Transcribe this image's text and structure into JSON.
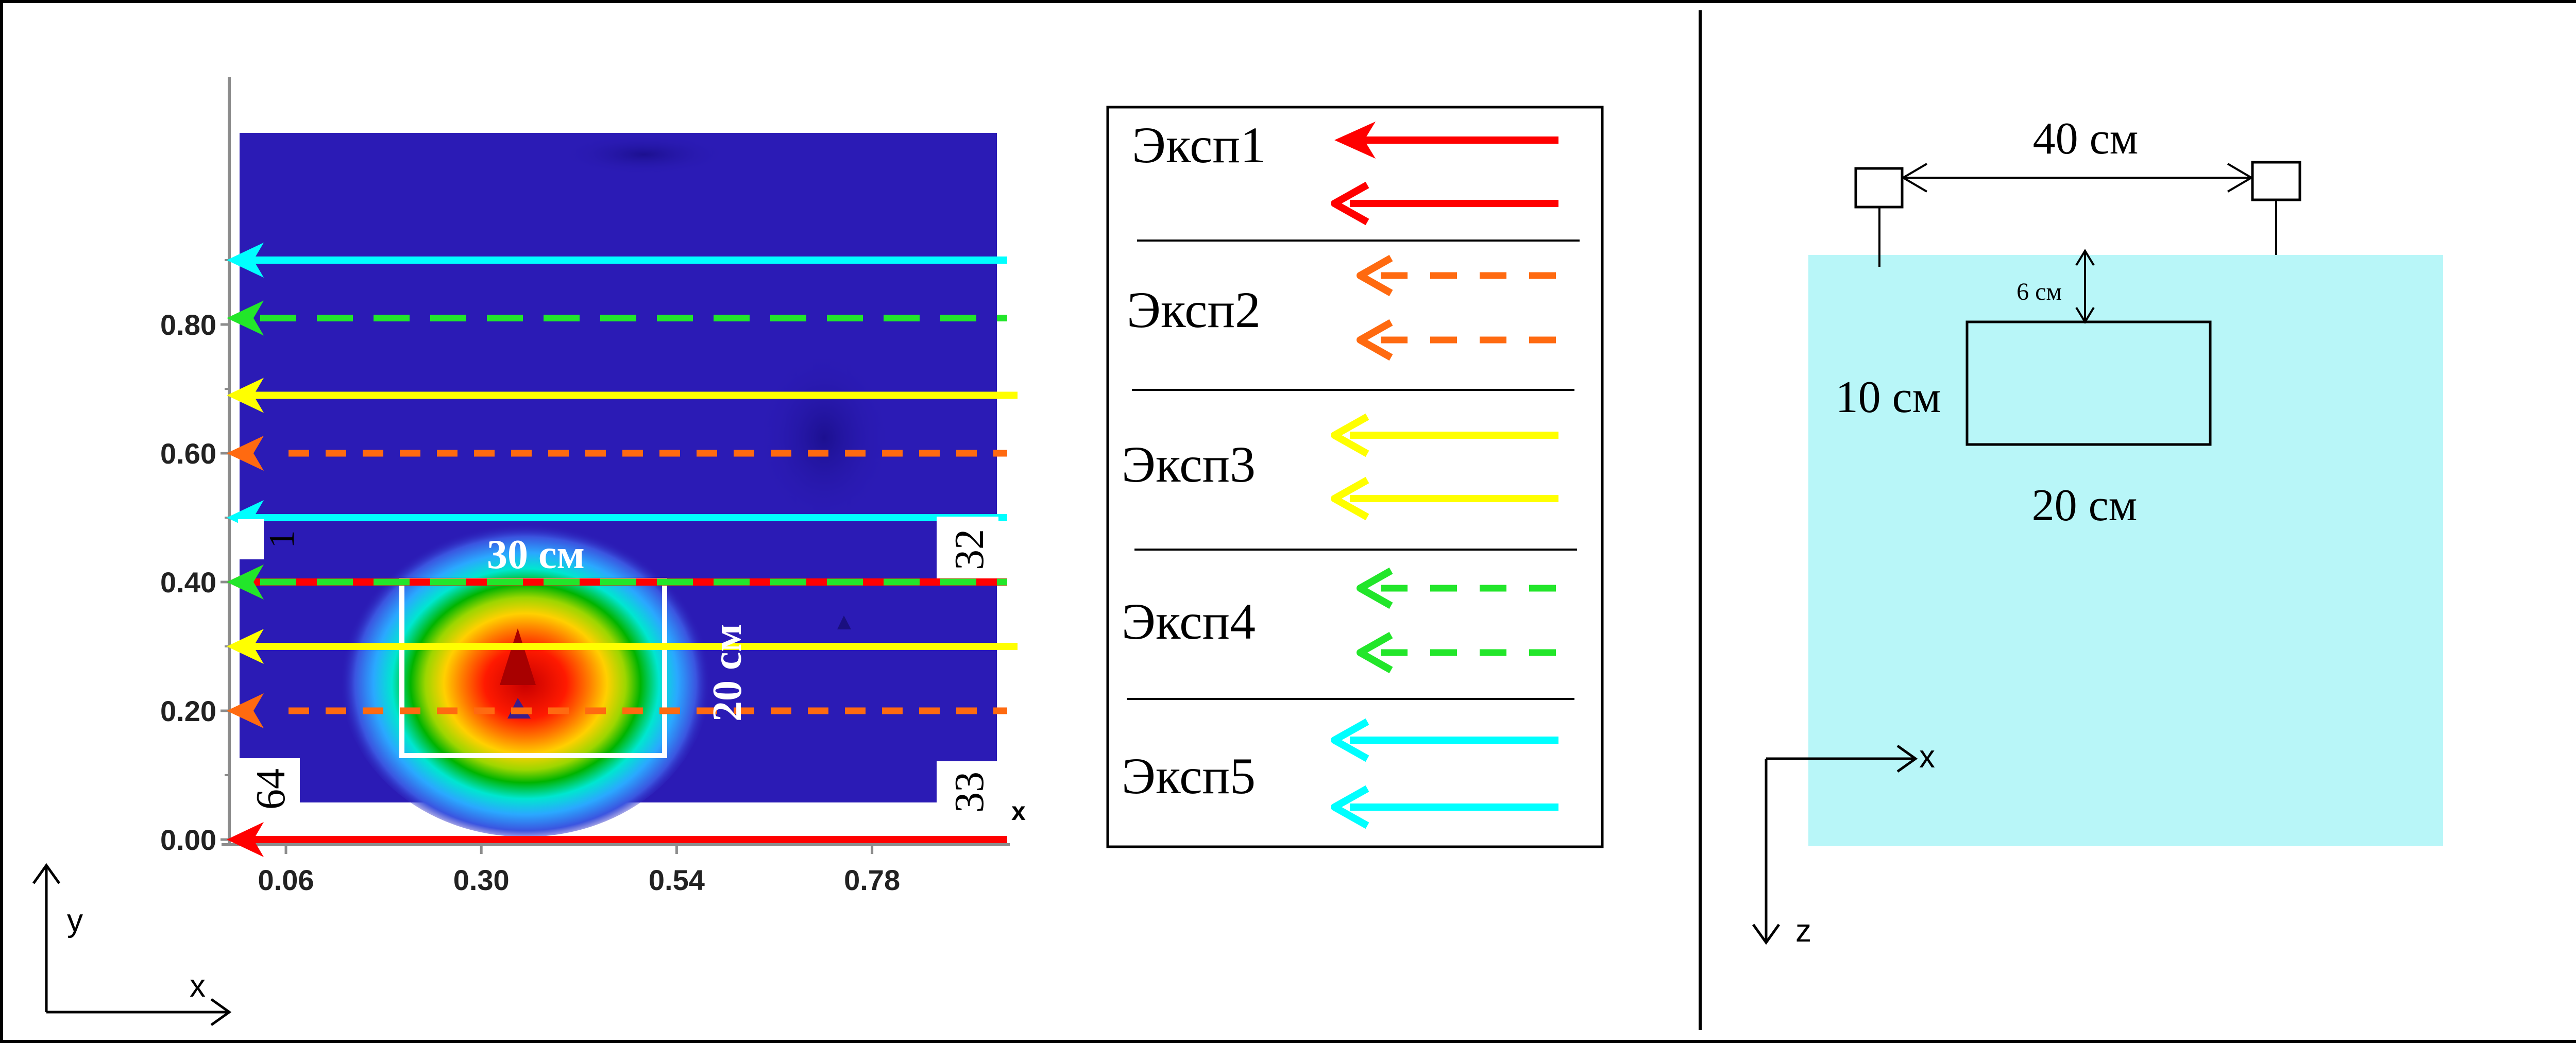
{
  "left_panel": {
    "y_ticks": [
      {
        "value": 0.0,
        "label": "0.00"
      },
      {
        "value": 0.2,
        "label": "0.20"
      },
      {
        "value": 0.4,
        "label": "0.40"
      },
      {
        "value": 0.6,
        "label": "0.60"
      },
      {
        "value": 0.8,
        "label": "0.80"
      }
    ],
    "x_ticks": [
      {
        "value": 0.06,
        "label": "0.06"
      },
      {
        "value": 0.3,
        "label": "0.30"
      },
      {
        "value": 0.54,
        "label": "0.54"
      },
      {
        "value": 0.78,
        "label": "0.78"
      }
    ],
    "x_axis_letter": "x",
    "corner_labels": {
      "top_left": "1",
      "top_right": "32",
      "bottom_left": "64",
      "bottom_right": "33"
    },
    "box_width_label": "30 см",
    "box_height_label": "20 см",
    "corner_axes": {
      "x": "x",
      "y": "y"
    }
  },
  "experiment_lines": [
    {
      "y": 0.9,
      "exp": 5,
      "style": "solid"
    },
    {
      "y": 0.81,
      "exp": 4,
      "style": "dashed"
    },
    {
      "y": 0.69,
      "exp": 3,
      "style": "solid"
    },
    {
      "y": 0.6,
      "exp": 2,
      "style": "dashed"
    },
    {
      "y": 0.5,
      "exp": 5,
      "style": "solid"
    },
    {
      "y": 0.4,
      "exp": 1,
      "style": "solid"
    },
    {
      "y": 0.4,
      "exp": 4,
      "style": "dashed"
    },
    {
      "y": 0.3,
      "exp": 3,
      "style": "solid"
    },
    {
      "y": 0.2,
      "exp": 2,
      "style": "dashed"
    },
    {
      "y": 0.0,
      "exp": 1,
      "style": "solid"
    }
  ],
  "legend": {
    "entries": [
      {
        "label": "Эксп1",
        "color": "#ff0000",
        "style": "solid"
      },
      {
        "label": "Эксп2",
        "color": "#ff6a10",
        "style": "dashed"
      },
      {
        "label": "Эксп3",
        "color": "#ffff00",
        "style": "solid"
      },
      {
        "label": "Эксп4",
        "color": "#22e62a",
        "style": "dashed"
      },
      {
        "label": "Эксп5",
        "color": "#00ffff",
        "style": "solid"
      }
    ]
  },
  "right_panel": {
    "spacing_label": "40 см",
    "depth_label": "6 см",
    "object_height_label": "10 см",
    "object_width_label": "20 см",
    "axis_x": "x",
    "axis_z": "z"
  },
  "colors": {
    "field_blue": "#2b1bb5",
    "water_cyan": "#b8f6f8",
    "box_white": "#ffffff"
  }
}
